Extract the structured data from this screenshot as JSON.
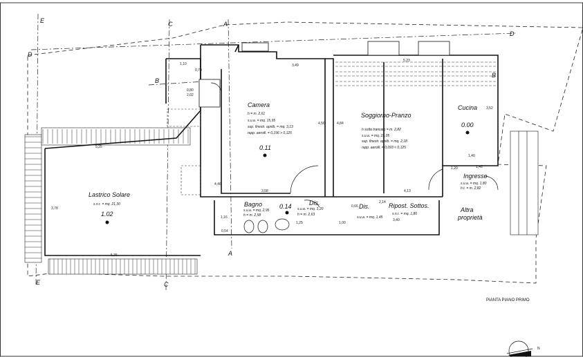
{
  "rooms": {
    "camera": {
      "name": "Camera",
      "h": "h = m. 2,61",
      "sua": "s.u.a. = mq. 15,95",
      "sup": "sup. finestr. apriib. = mq. 3,13",
      "rapp": "rapp. aeroill. = 0,196 > 0,125",
      "code": "0.11"
    },
    "soggiorno": {
      "name": "Soggiorno-Pranzo",
      "h": "h sotto trancato = m. 2,82",
      "sua": "s.u.a. = mq. 23,05",
      "sup": "sup. finestr. apriib. = mq. 2,18",
      "rapp": "rapp. aeroill. = 0,093 < 0,125"
    },
    "cucina": {
      "name": "Cucina",
      "code": "0.00"
    },
    "ingresso": {
      "name": "Ingresso",
      "sua": "s.u.a. = mq. 1,80",
      "h": "h t. = m. 2,82"
    },
    "lastrico": {
      "name": "Lastrico Solare",
      "snr": "s.n.r. = mq. 21,30",
      "code": "1.02"
    },
    "bagno": {
      "name": "Bagno",
      "sua": "s.u.a. = mq. 2,95",
      "h": "h = m. 2,58",
      "code": "0.14"
    },
    "dis1": {
      "name": "Dis.",
      "sua": "s.u.a. = mq. 1,20",
      "h": "h = m. 2,63"
    },
    "dis2": {
      "name": "Dis.",
      "sua": "s.u.a. = mq. 1,45"
    },
    "ripost": {
      "name": "Ripost. Sottos.",
      "snr": "s.n.r. = mq. 1,80"
    },
    "altra": {
      "line1": "Altra",
      "line2": "proprietà"
    }
  },
  "sections": {
    "a": "A",
    "b": "B",
    "c": "C",
    "d": "D",
    "e": "E"
  },
  "dims": {
    "d349": "3,49",
    "d523": "5,23",
    "d525": "5,25",
    "d110": "1,10",
    "d070": "0,70",
    "d080": "0,80",
    "d202": "2,02",
    "d456": "4,56",
    "d446": "4,46",
    "d358": "3,58",
    "d413": "4,13",
    "d352": "3,52",
    "d140": "1,40",
    "d148": "1,48",
    "d378": "3,78",
    "d535": "5,35",
    "d340": "3,40",
    "d116": "1,16",
    "d054": "0,54",
    "d125": "1,25",
    "d100": "1,00",
    "d066": "0,66",
    "d214": "2,14",
    "d484": "4,84",
    "d120": "1,20"
  },
  "title": "PIANTA PIANO PRIMO",
  "north": "N"
}
